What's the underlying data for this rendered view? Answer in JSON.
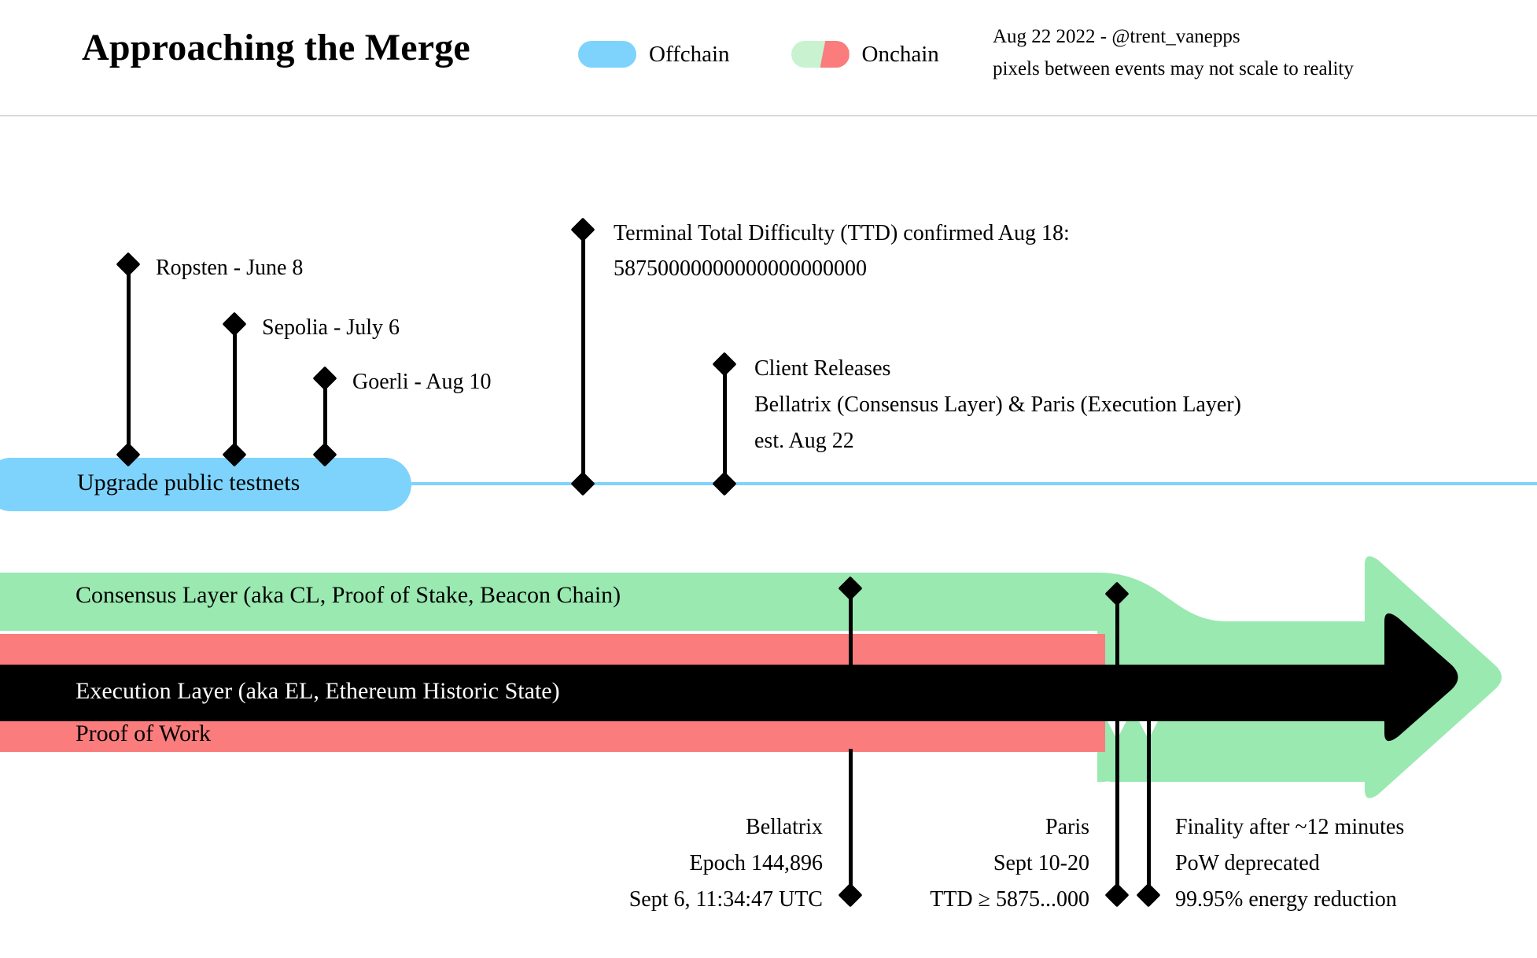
{
  "header": {
    "title": "Approaching the Merge",
    "legend": [
      {
        "label": "Offchain",
        "color": "#7dd3fc",
        "icon": "offchain-pill"
      },
      {
        "label": "Onchain",
        "color": "#99e9b0",
        "color2": "#fa7c7c",
        "icon": "onchain-pill"
      }
    ],
    "meta_line1": "Aug 22 2022 - @trent_vanepps",
    "meta_line2": "pixels between events may not scale to reality"
  },
  "offchain": {
    "bar_label": "Upgrade public testnets",
    "testnets": [
      {
        "label": "Ropsten - June 8"
      },
      {
        "label": "Sepolia - July 6"
      },
      {
        "label": "Goerli - Aug 10"
      }
    ],
    "ttd": {
      "line1": "Terminal Total Difficulty (TTD) confirmed Aug 18:",
      "line2": "58750000000000000000000"
    },
    "client_releases": {
      "line1": "Client Releases",
      "line2": "Bellatrix (Consensus Layer) & Paris (Execution Layer)",
      "line3": "est. Aug 22"
    }
  },
  "onchain": {
    "consensus_label": "Consensus Layer (aka CL, Proof of Stake, Beacon Chain)",
    "execution_label": "Execution Layer (aka EL, Ethereum Historic State)",
    "pow_label": "Proof of Work",
    "bellatrix": {
      "line1": "Bellatrix",
      "line2": "Epoch 144,896",
      "line3": "Sept 6, 11:34:47 UTC"
    },
    "paris": {
      "line1": "Paris",
      "line2": "Sept 10-20",
      "line3": "TTD ≥ 5875...000"
    },
    "finality": {
      "line1": "Finality after ~12 minutes",
      "line2": "PoW deprecated",
      "line3": "99.95% energy reduction"
    }
  },
  "colors": {
    "offchain_blue": "#7dd3fc",
    "consensus_green": "#99e9b0",
    "pow_red": "#fa7c7c",
    "execution_black": "#000000"
  }
}
